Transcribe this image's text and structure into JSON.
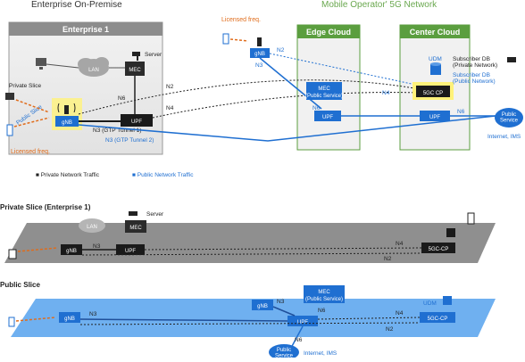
{
  "headers": {
    "enterprise_on_premise": "Enterprise On-Premise",
    "mobile_operator": "Mobile Operator' 5G Network"
  },
  "top": {
    "enterprise_box": "Enterprise 1",
    "edge_cloud": "Edge Cloud",
    "center_cloud": "Center Cloud",
    "lan": "LAN",
    "mec": "MEC",
    "server": "Server",
    "gnb": "gNB",
    "upf": "UPF",
    "private_slice": "Private Slice",
    "public_slice": "Public Slice",
    "licensed_freq_1": "Licensed freq.",
    "licensed_freq_2": "Licensed freq.",
    "n2_a": "N2",
    "n4_a": "N4",
    "n6_a": "N6",
    "n3_tunnel1": "N3 (GTP Tunnel 1)",
    "n3_tunnel2": "N3 (GTP Tunnel 2)",
    "gnb_remote": "gNB",
    "n3_remote": "N3",
    "n2_remote": "N2",
    "edge_mec": "MEC",
    "edge_mec_sub": "(Public Service)",
    "edge_n6": "N6",
    "edge_upf": "UPF",
    "n4_edge": "N4",
    "udm": "UDM",
    "subscriber_db_private": "Subscriber DB\n(Private Network)",
    "subscriber_db_public": "Subscriber DB\n(Public Network)",
    "fivegc_cp": "5GC CP",
    "center_upf": "UPF",
    "center_n6": "N6",
    "public_service": "Public\nService",
    "internet_ims": "Internet, IMS",
    "legend_private": "■ Private Network Traffic",
    "legend_public": "■ Public Network Traffic"
  },
  "private_section": {
    "title": "Private Slice (Enterprise 1)",
    "lan": "LAN",
    "mec": "MEC",
    "server": "Server",
    "gnb": "gNB",
    "upf": "UPF",
    "n3": "N3",
    "n4": "N4",
    "n2": "N2",
    "fivegc_cp": "5GC-CP"
  },
  "public_section": {
    "title": "Public Slice",
    "gnb_left": "gNB",
    "n3_left": "N3",
    "gnb_mid": "gNB",
    "n3_mid": "N3",
    "mec": "MEC",
    "mec_sub": "(Public Service)",
    "n6_mec": "N6",
    "upf": "UPF",
    "n4": "N4",
    "n2": "N2",
    "udm": "UDM",
    "fivegc_cp": "5GC-CP",
    "n6_bottom": "N6",
    "public_service": "Public\nService",
    "internet_ims": "Internet, IMS"
  },
  "colors": {
    "dark_box": "#1a1a1a",
    "blue_box": "#1f6fd1",
    "green_header": "#5b9e3f",
    "enterprise_header": "#8c8c8c",
    "private_band": "#8f8f8f",
    "public_band": "#6fb0f0",
    "orange": "#e06c1b",
    "highlight": "#fff27a"
  }
}
